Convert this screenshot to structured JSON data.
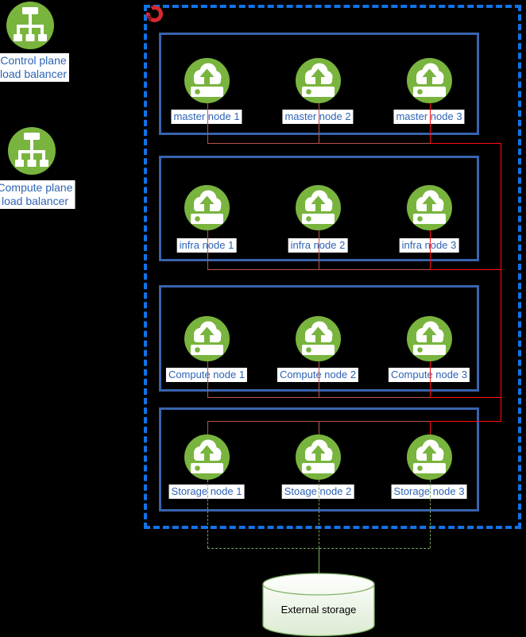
{
  "colors": {
    "background": "#000000",
    "node_green": "#79b43e",
    "glyph_white": "#ffffff",
    "row_border": "#3a63ad",
    "cluster_border": "#1273e6",
    "label_text": "#2e64b5",
    "label_bg": "#ffffff",
    "line_dark_red": "#b85450",
    "line_bright_red": "#ff0d0d",
    "line_green_dashed": "#7ba25a",
    "storage_stroke": "#82b366",
    "openshift_red": "#d7282f",
    "openshift_dark_red": "#8f1a1c"
  },
  "left_items": [
    {
      "icon": "load-balancer-icon",
      "label_line1": "Control plane",
      "label_line2": "load balancer"
    },
    {
      "icon": "load-balancer-icon",
      "label_line1": "Compute plane",
      "label_line2": "load balancer"
    }
  ],
  "cluster": {
    "logo": "openshift-logo",
    "rows": [
      {
        "name": "master",
        "nodes": [
          "master node 1",
          "master node 2",
          "master node 3"
        ]
      },
      {
        "name": "infra",
        "nodes": [
          "infra node 1",
          "infra node 2",
          "infra node 3"
        ]
      },
      {
        "name": "compute",
        "nodes": [
          "Compute node 1",
          "Compute node 2",
          "Compute node 3"
        ]
      },
      {
        "name": "storage",
        "nodes": [
          "Storage node 1",
          "Stoage node 2",
          "Storage node 3"
        ]
      }
    ]
  },
  "external_storage": {
    "label": "External storage"
  }
}
